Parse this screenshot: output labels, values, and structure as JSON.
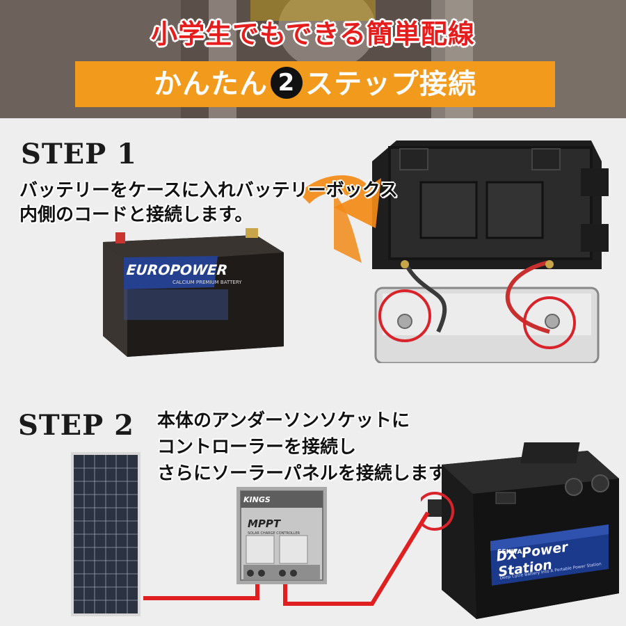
{
  "header": {
    "headline": "小学生でもできる簡単配線",
    "banner_prefix": "かんたん",
    "banner_number": "2",
    "banner_suffix": "ステップ接続"
  },
  "step1": {
    "title": "STEP 1",
    "desc_lines": [
      "バッテリーをケースに入れバッテリーボックス",
      "内側のコードと接続します。"
    ],
    "battery_brand": "EUROPOWER",
    "battery_sub": "CALCIUM PREMIUM BATTERY"
  },
  "step2": {
    "title": "STEP 2",
    "desc_lines": [
      "本体のアンダーソンソケットに",
      "コントローラーを接続し",
      "さらにソーラーパネルを接続します。"
    ],
    "controller_brand": "KINGS",
    "controller_model": "MPPT",
    "controller_sub": "SOLAR CHARGE CONTROLLER",
    "station_brand": "SEKIYA",
    "station_title": "DX Power Station",
    "station_sub": "Deep Cycle Battery Into A Portable Power Station"
  },
  "colors": {
    "accent_orange": "#f29a1c",
    "headline_red": "#e51d1d",
    "wire_red": "#e02020",
    "circle_red": "#d8232a"
  }
}
